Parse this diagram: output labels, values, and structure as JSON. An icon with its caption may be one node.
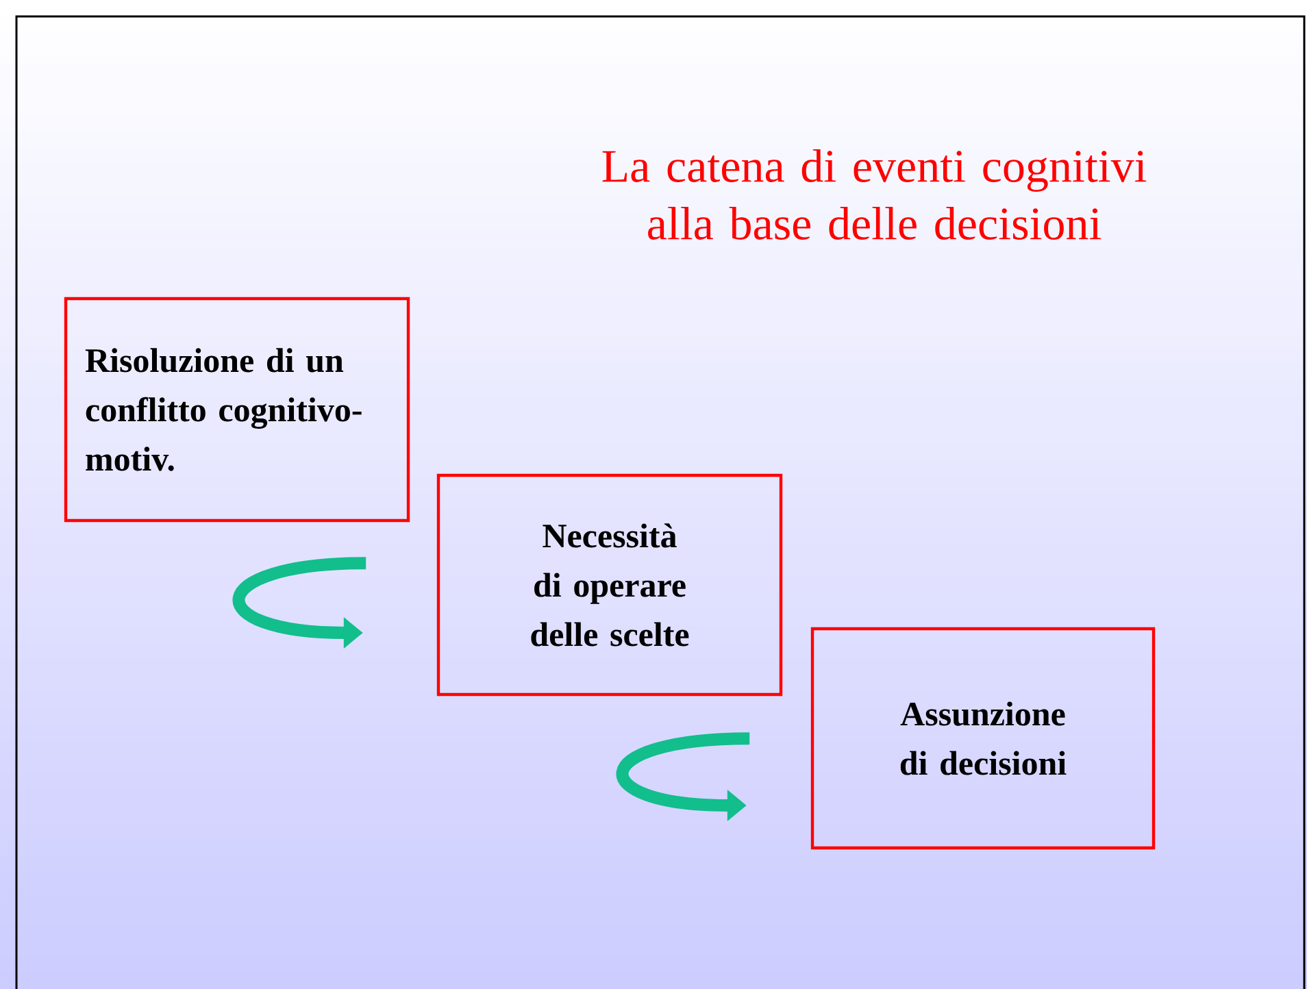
{
  "diagram": {
    "title": "La catena di eventi cognitivi alla base delle decisioni",
    "nodes": [
      {
        "text": [
          "Risoluzione di un conflitto cognitivo-motiv."
        ]
      },
      {
        "text": [
          "Necessità di operare delle scelte"
        ]
      },
      {
        "text": [
          "Assunzione di decisioni"
        ]
      }
    ],
    "edges": [
      {
        "from": 0,
        "to": 1,
        "arrow": "to"
      },
      {
        "from": 1,
        "to": 2,
        "arrow": "to"
      }
    ]
  }
}
